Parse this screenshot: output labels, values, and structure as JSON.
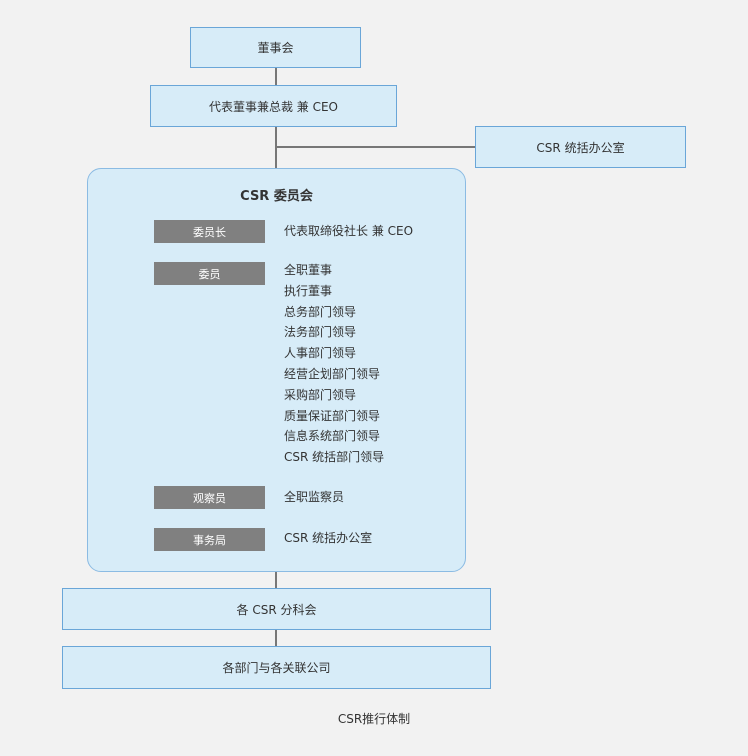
{
  "nodes": {
    "board": "董事会",
    "representative": "代表董事兼总裁 兼 CEO",
    "csr_office": "CSR 统括办公室",
    "subcommittees": "各 CSR 分科会",
    "departments": "各部门与各关联公司"
  },
  "committee": {
    "title": "CSR 委员会",
    "chair_label": "委员长",
    "chair_value": "代表取缔役社长 兼 CEO",
    "members_label": "委员",
    "members": [
      "全职董事",
      "执行董事",
      "总务部门领导",
      "法务部门领导",
      "人事部门领导",
      "经营企划部门领导",
      "采购部门领导",
      "质量保证部门领导",
      "信息系统部门领导",
      "CSR 统括部门领导"
    ],
    "observer_label": "观察员",
    "observer_value": "全职监察员",
    "secretariat_label": "事务局",
    "secretariat_value": "CSR 统括办公室"
  },
  "caption": "CSR推行体制"
}
